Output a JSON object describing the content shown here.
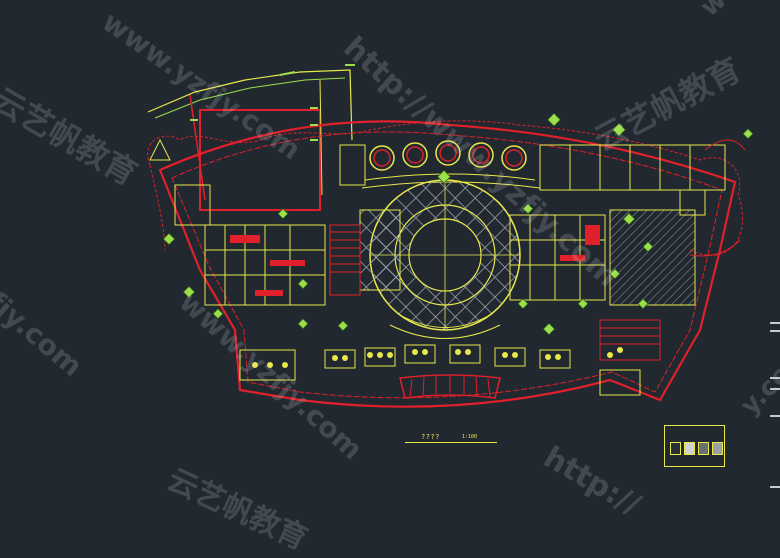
{
  "drawing": {
    "title": "????",
    "scale": "1:100"
  },
  "watermarks": [
    {
      "text": "www.yzfjy.com"
    },
    {
      "text": "http://www.yzfjy.com"
    },
    {
      "text": "云艺帆教育"
    },
    {
      "text": "云艺帆教育"
    },
    {
      "text": "fjy.com"
    },
    {
      "text": "www.yzfjy.com"
    },
    {
      "text": "http://"
    },
    {
      "text": "云艺帆教育"
    },
    {
      "text": "www.yzfjy.com"
    },
    {
      "text": "y.com"
    }
  ],
  "colors": {
    "background": "#212830",
    "wall": "#e0202a",
    "fixture": "#e8e84a",
    "tag": "#9be04a",
    "hatch": "#8a8f96"
  }
}
